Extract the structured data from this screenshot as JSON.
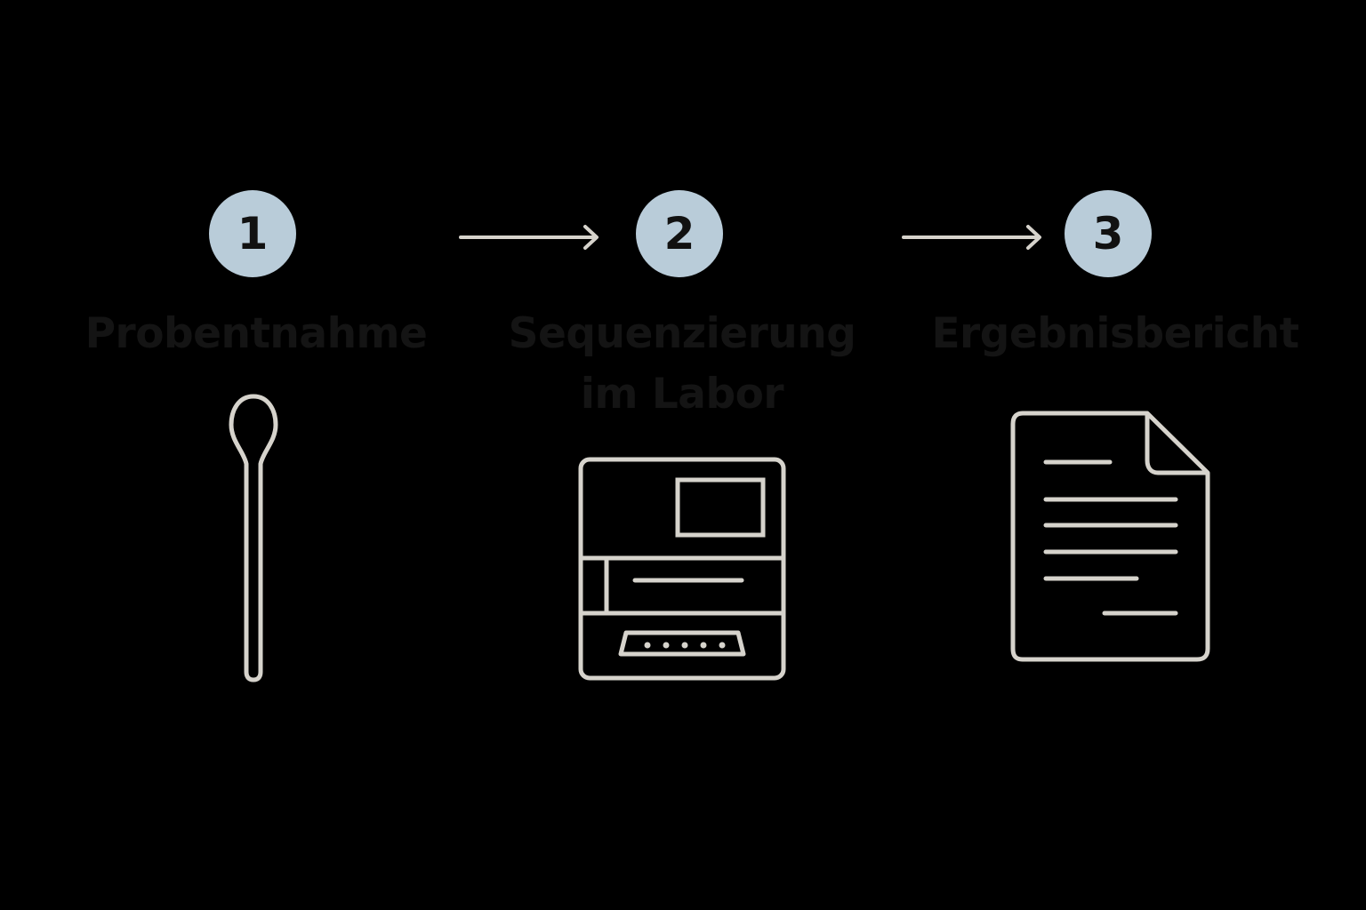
{
  "steps": [
    {
      "number": "1",
      "label": "Probentnahme",
      "icon": "swab-icon"
    },
    {
      "number": "2",
      "label": "Sequenzierung\nim Labor",
      "icon": "sequencer-icon"
    },
    {
      "number": "3",
      "label": "Ergebnisbericht",
      "icon": "report-document-icon"
    }
  ],
  "colors": {
    "background": "#000000",
    "badge_fill": "#b9ccd9",
    "badge_text": "#111111",
    "label_text": "#141414",
    "icon_stroke": "#d6d3cc",
    "arrow_stroke": "#d6d3cc"
  }
}
